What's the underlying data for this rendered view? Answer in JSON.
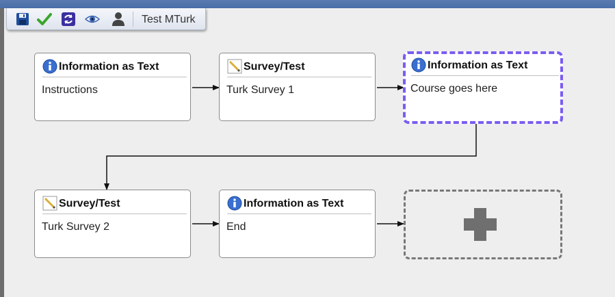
{
  "toolbar": {
    "title": "Test MTurk",
    "icons": [
      "save-icon",
      "check-icon",
      "refresh-icon",
      "preview-icon",
      "user-icon"
    ]
  },
  "nodes": [
    {
      "type": "Information as Text",
      "label": "Instructions",
      "icon": "info-icon"
    },
    {
      "type": "Survey/Test",
      "label": "Turk Survey 1",
      "icon": "survey-icon"
    },
    {
      "type": "Information as Text",
      "label": "Course goes here",
      "icon": "info-icon",
      "selected": true
    },
    {
      "type": "Survey/Test",
      "label": "Turk Survey 2",
      "icon": "survey-icon"
    },
    {
      "type": "Information as Text",
      "label": "End",
      "icon": "info-icon"
    }
  ],
  "add_node": {
    "icon": "plus-icon"
  },
  "colors": {
    "selected_border": "#7b5cf0",
    "header_bar": "#4a6ea8",
    "info_icon": "#3a6fd0"
  }
}
